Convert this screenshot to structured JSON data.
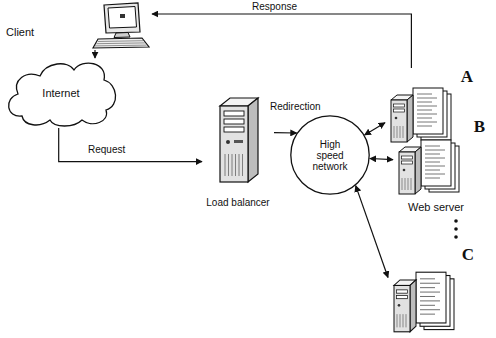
{
  "diagram": {
    "nodes": [
      {
        "text": [
          "Client"
        ]
      },
      {
        "text": [
          "Internet"
        ]
      },
      {
        "text": [
          "Load balancer"
        ]
      },
      {
        "text": [
          "High speed network"
        ]
      },
      {
        "text": [
          "A"
        ]
      },
      {
        "text": [
          "B"
        ]
      },
      {
        "text": [
          "C"
        ]
      }
    ],
    "edges": [
      {
        "from": 0,
        "to": 1,
        "arrow": "to"
      },
      {
        "from": 1,
        "to": 2,
        "label": "Request",
        "arrow": "to"
      },
      {
        "from": 2,
        "to": 3,
        "label": "Redirection",
        "arrow": "to"
      },
      {
        "from": 3,
        "to": 4,
        "arrow": "both"
      },
      {
        "from": 3,
        "to": 5,
        "arrow": "both"
      },
      {
        "from": 3,
        "to": 6,
        "arrow": "both"
      },
      {
        "from": 4,
        "to": 0,
        "label": "Response",
        "arrow": "to"
      }
    ],
    "labels": [
      "Web server"
    ]
  }
}
